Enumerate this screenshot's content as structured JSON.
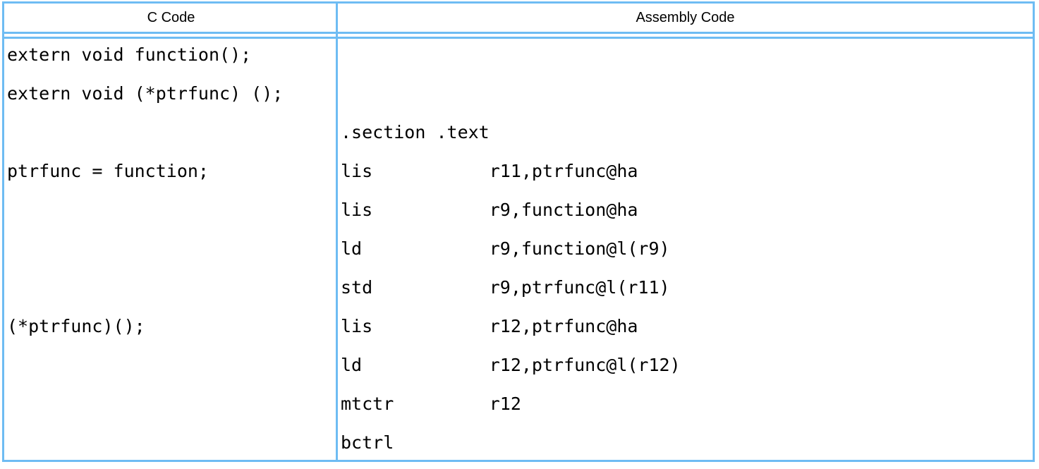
{
  "table": {
    "headers": [
      "C Code",
      "Assembly Code"
    ],
    "c_code_lines": [
      "extern void function();",
      "extern void (*ptrfunc) ();",
      "",
      "ptrfunc = function;",
      "",
      "",
      "",
      "(*ptrfunc)();",
      "",
      "",
      ""
    ],
    "assembly_lines": [
      "",
      "",
      ".section .text",
      "lis           r11,ptrfunc@ha",
      "lis           r9,function@ha",
      "ld            r9,function@l(r9)",
      "std           r9,ptrfunc@l(r11)",
      "lis           r12,ptrfunc@ha",
      "ld            r12,ptrfunc@l(r12)",
      "mtctr         r12",
      "bctrl"
    ]
  },
  "colors": {
    "border": "#6EBCF3",
    "text": "#000000",
    "background": "#FFFFFF"
  }
}
